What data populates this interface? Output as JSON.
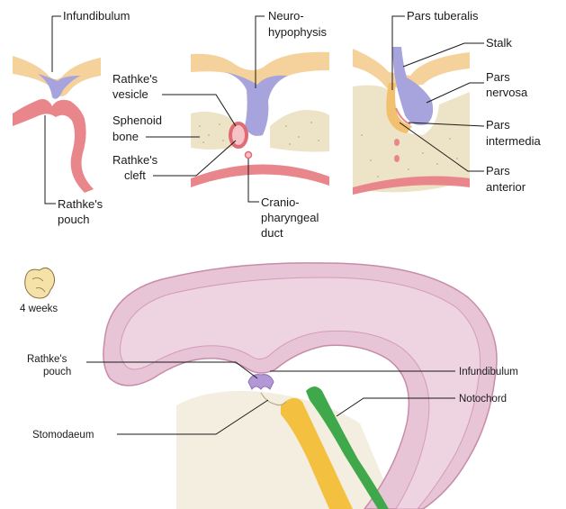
{
  "panel_1": {
    "infundibulum": "Infundibulum",
    "rathkes_pouch": [
      "Rathke's",
      "pouch"
    ]
  },
  "panel_2": {
    "neurohypophysis": [
      "Neuro-",
      "hypophysis"
    ],
    "rathkes_vesicle": [
      "Rathke's",
      "vesicle"
    ],
    "sphenoid_bone": [
      "Sphenoid",
      "bone"
    ],
    "rathkes_cleft": [
      "Rathke's",
      "cleft"
    ],
    "craniopharyngeal_duct": [
      "Cranio-",
      "pharyngeal",
      "duct"
    ]
  },
  "panel_3": {
    "pars_tuberalis": "Pars tuberalis",
    "stalk": "Stalk",
    "pars_nervosa": [
      "Pars",
      "nervosa"
    ],
    "pars_intermedia": [
      "Pars",
      "intermedia"
    ],
    "pars_anterior": [
      "Pars",
      "anterior"
    ]
  },
  "embryo": {
    "age": "4 weeks",
    "rathkes_pouch": [
      "Rathke's",
      "pouch"
    ],
    "infundibulum": "Infundibulum",
    "notochord": "Notochord",
    "stomodaeum": "Stomodaeum"
  },
  "colors": {
    "neural_tan": "#f5d19c",
    "neural_purple": "#a7a3dc",
    "pouch_pink": "#e9868c",
    "bone_beige": "#ede3c6",
    "brain_pink": "#e7c4d6",
    "notochord_green": "#3ea84b",
    "foregut_yellow": "#f3c040"
  }
}
